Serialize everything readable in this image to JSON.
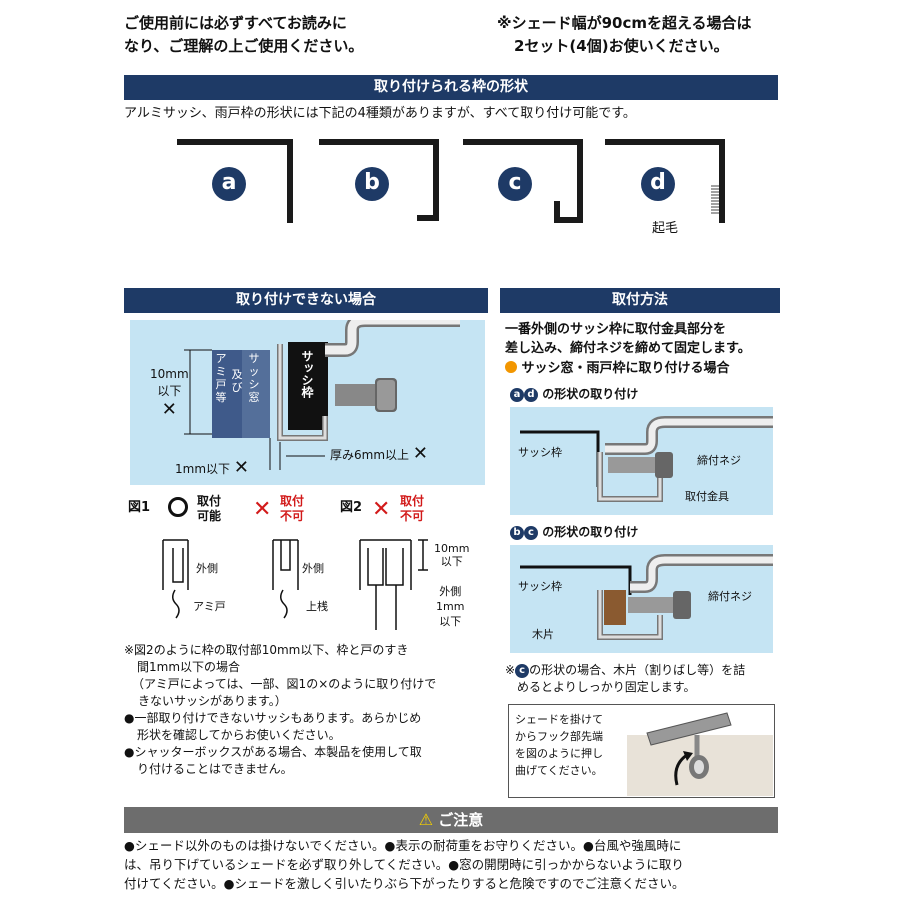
{
  "intro": {
    "left_line1": "ご使用前には必ずすべてお読みに",
    "left_line2": "なり、ご理解の上ご使用ください。",
    "right_line1": "※シェード幅が90cmを超える場合は",
    "right_line2": "2セット(4個)お使いください。"
  },
  "frames": {
    "title": "取り付けられる枠の形状",
    "description": "アルミサッシ、雨戸枠の形状には下記の4種類がありますが、すべて取り付け可能です。",
    "types": [
      "a",
      "b",
      "c",
      "d"
    ],
    "fuzz_label": "起毛"
  },
  "cannot": {
    "title": "取り付けできない場合",
    "col_amido": [
      "ア",
      "ミ",
      "戸",
      "等"
    ],
    "col_oyobi": [
      "及",
      "び"
    ],
    "col_sash": [
      "サ",
      "ッ",
      "シ",
      "窓"
    ],
    "sash_frame": "サッシ枠",
    "dim_10mm_line1": "10mm",
    "dim_10mm_line2": "以下",
    "dim_1mm": "1mm以下",
    "dim_6mm": "厚み6mm以上",
    "cross": "✕",
    "fig1_label": "図1",
    "ok_line1": "取付",
    "ok_line2": "可能",
    "ng_line1": "取付",
    "ng_line2": "不可",
    "fig2_label": "図2",
    "outer": "外側",
    "screen_door": "アミ戸",
    "upper_rail": "上桟",
    "fig2_10mm_line1": "10mm",
    "fig2_10mm_line2": "以下",
    "fig2_outer_line1": "外側",
    "fig2_outer_line2": "1mm",
    "fig2_outer_line3": "以下",
    "note1_line1": "※図2のように枠の取付部10mm以下、枠と戸のすき",
    "note1_line2": "間1mm以下の場合",
    "note1_line3": "（アミ戸によっては、一部、図1の×のように取り付けで",
    "note1_line4": "きないサッシがあります。）",
    "note2_line1": "●一部取り付けできないサッシもあります。あらかじめ",
    "note2_line2": "形状を確認してからお使いください。",
    "note3_line1": "●シャッターボックスがある場合、本製品を使用して取",
    "note3_line2": "り付けることはできません。"
  },
  "method": {
    "title": "取付方法",
    "desc_line1": "一番外側のサッシ枠に取付金具部分を",
    "desc_line2": "差し込み、締付ネジを締めて固定します。",
    "case_title": "サッシ窓・雨戸枠に取り付ける場合",
    "ad_label": "の形状の取り付け",
    "bc_label": "の形状の取り付け",
    "sash_frame": "サッシ枠",
    "screw": "締付ネジ",
    "bracket": "取付金具",
    "wood": "木片",
    "c_note_prefix": "※",
    "c_note_line1": "の形状の場合、木片（割りばし等）を詰",
    "c_note_line2": "めるとよりしっかり固定します。",
    "hook_line1": "シェードを掛けて",
    "hook_line2": "からフック部先端",
    "hook_line3": "を図のように押し",
    "hook_line4": "曲げてください。"
  },
  "caution": {
    "title": "ご注意",
    "line1": "●シェード以外のものは掛けないでください。●表示の耐荷重をお守りください。●台風や強風時に",
    "line2": "は、吊り下げているシェードを必ず取り外してください。●窓の開閉時に引っかからないように取り",
    "line3": "付けてください。●シェードを激しく引いたりぶら下がったりすると危険ですのでご注意ください。"
  },
  "colors": {
    "navy": "#1e3a66",
    "light_blue": "#c5e4f3",
    "red": "#d21a1a",
    "gray": "#6d6d6d",
    "orange": "#f29600"
  }
}
